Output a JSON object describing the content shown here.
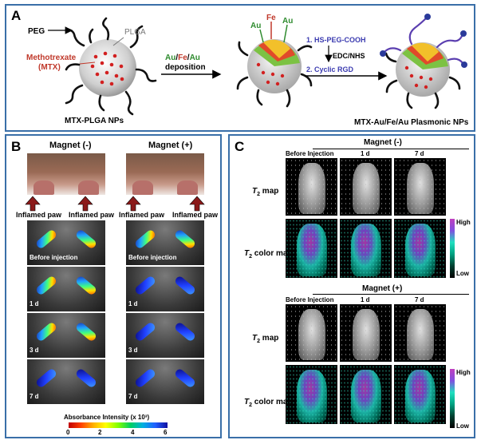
{
  "panelA": {
    "label": "A",
    "peg": "PEG",
    "plga": "PLGA",
    "mtx_line1": "Methotrexate",
    "mtx_line2": "(MTX)",
    "np1_caption": "MTX-PLGA NPs",
    "step1_au1": "Au",
    "step1_sep1": "/",
    "step1_fe": "Fe",
    "step1_sep2": "/",
    "step1_au2": "Au",
    "step1_line2": "deposition",
    "np2_fe": "Fe",
    "np2_au1": "Au",
    "np2_au2": "Au",
    "step2_item1": "1. HS-PEG-COOH",
    "step2_mid": "EDC/NHS",
    "step2_item2": "2. Cyclic RGD",
    "np3_caption": "MTX-Au/Fe/Au Plasmonic NPs"
  },
  "panelB": {
    "label": "B",
    "col1_title": "Magnet (-)",
    "col2_title": "Magnet (+)",
    "paw_label": "Inflamed paw",
    "rows": [
      "Before injection",
      "1 d",
      "3 d",
      "7 d"
    ],
    "colorbar_title": "Absorbance Intensity (x 10³)",
    "colorbar_ticks": [
      "0",
      "2",
      "4",
      "6"
    ]
  },
  "panelC": {
    "label": "C",
    "top_title": "Magnet (-)",
    "bottom_title": "Magnet (+)",
    "columns": [
      "Before Injection",
      "1 d",
      "7 d"
    ],
    "row_map": "map",
    "row_color": "color map",
    "t2": "T",
    "sub2": "2",
    "high": "High",
    "low": "Low"
  },
  "colors": {
    "border": "#3a6fa8",
    "au": "#2e8b2e",
    "fe": "#c0392b",
    "mtx": "#d22020",
    "peg": "#1a1a8c",
    "rgd": "#3b3bb0"
  }
}
